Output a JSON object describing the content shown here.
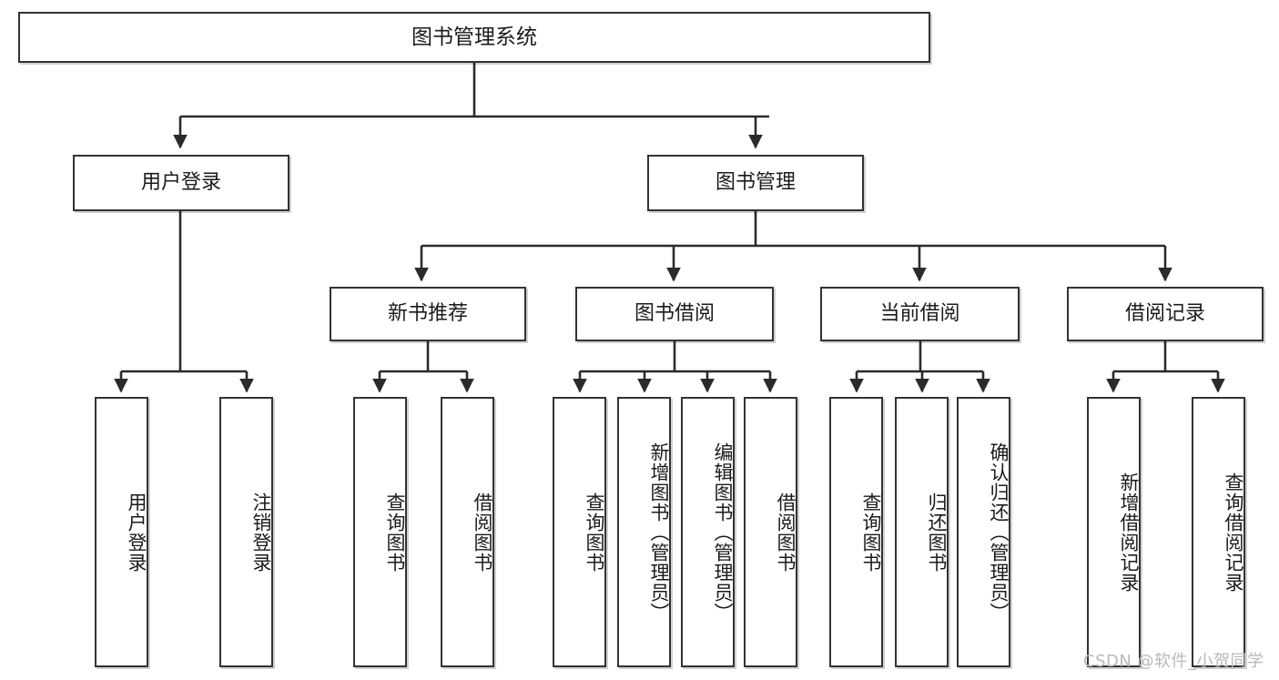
{
  "diagram": {
    "title": "图书管理系统",
    "type": "tree",
    "watermark": "CSDN @软件_小贺同学",
    "colors": {
      "box_border": "#333333",
      "box_fill": "#ffffff",
      "edge": "#2b2b2b",
      "text": "#1b1b1b",
      "watermark": "#b9b9b9"
    },
    "nodes": {
      "root": {
        "label": "图书管理系统"
      },
      "level2": [
        {
          "label": "用户登录"
        },
        {
          "label": "图书管理"
        }
      ],
      "level3": [
        {
          "label": "新书推荐"
        },
        {
          "label": "图书借阅"
        },
        {
          "label": "当前借阅"
        },
        {
          "label": "借阅记录"
        }
      ],
      "leaves": {
        "user_login": [
          {
            "label": "用户登录"
          },
          {
            "label": "注销登录"
          }
        ],
        "new_book": [
          {
            "label": "查询图书"
          },
          {
            "label": "借阅图书"
          }
        ],
        "book_borrow": [
          {
            "label": "查询图书"
          },
          {
            "label": "新增图书（管理员）"
          },
          {
            "label": "编辑图书（管理员）"
          },
          {
            "label": "借阅图书"
          }
        ],
        "current_borrow": [
          {
            "label": "查询图书"
          },
          {
            "label": "归还图书"
          },
          {
            "label": "确认归还（管理员）"
          }
        ],
        "borrow_record": [
          {
            "label": "新增借阅记录"
          },
          {
            "label": "查询借阅记录"
          }
        ]
      }
    }
  }
}
